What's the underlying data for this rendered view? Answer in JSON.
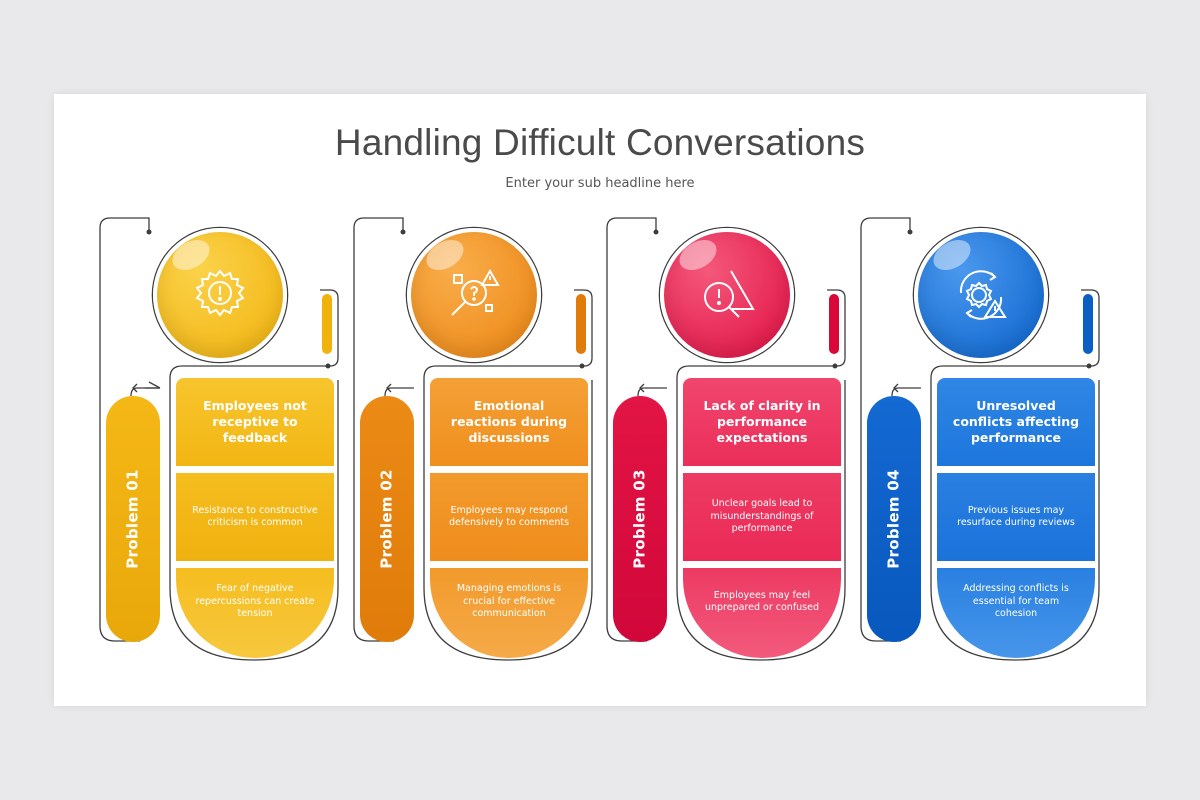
{
  "title": "Handling Difficult Conversations",
  "subtitle": "Enter your sub headline here",
  "problems": [
    {
      "label": "Problem 01",
      "heading": "Employees not receptive to feedback",
      "point1": "Resistance to constructive criticism is common",
      "point2": "Fear of negative repercussions can create tension",
      "icon": "gear-alert-icon",
      "color_main": "#f4b816",
      "color_dark": "#e9a80a",
      "color_light": "#f9cf4a"
    },
    {
      "label": "Problem 02",
      "heading": "Emotional reactions during discussions",
      "point1": "Employees may respond defensively to comments",
      "point2": "Managing emotions is crucial for effective communication",
      "icon": "magnifier-question-icon",
      "color_main": "#f19222",
      "color_dark": "#e07c0a",
      "color_light": "#f6a944"
    },
    {
      "label": "Problem 03",
      "heading": "Lack of clarity in performance expectations",
      "point1": "Unclear goals lead to misunderstandings of performance",
      "point2": "Employees may feel unprepared or confused",
      "icon": "warning-magnifier-icon",
      "color_main": "#ec2350",
      "color_dark": "#d9073a",
      "color_light": "#f24e72"
    },
    {
      "label": "Problem 04",
      "heading": "Unresolved conflicts affecting performance",
      "point1": "Previous issues may resurface during reviews",
      "point2": "Addressing conflicts is essential for team cohesion",
      "icon": "gear-cycle-warning-icon",
      "color_main": "#1b76dc",
      "color_dark": "#0a5fc4",
      "color_light": "#3a8ee8"
    }
  ]
}
